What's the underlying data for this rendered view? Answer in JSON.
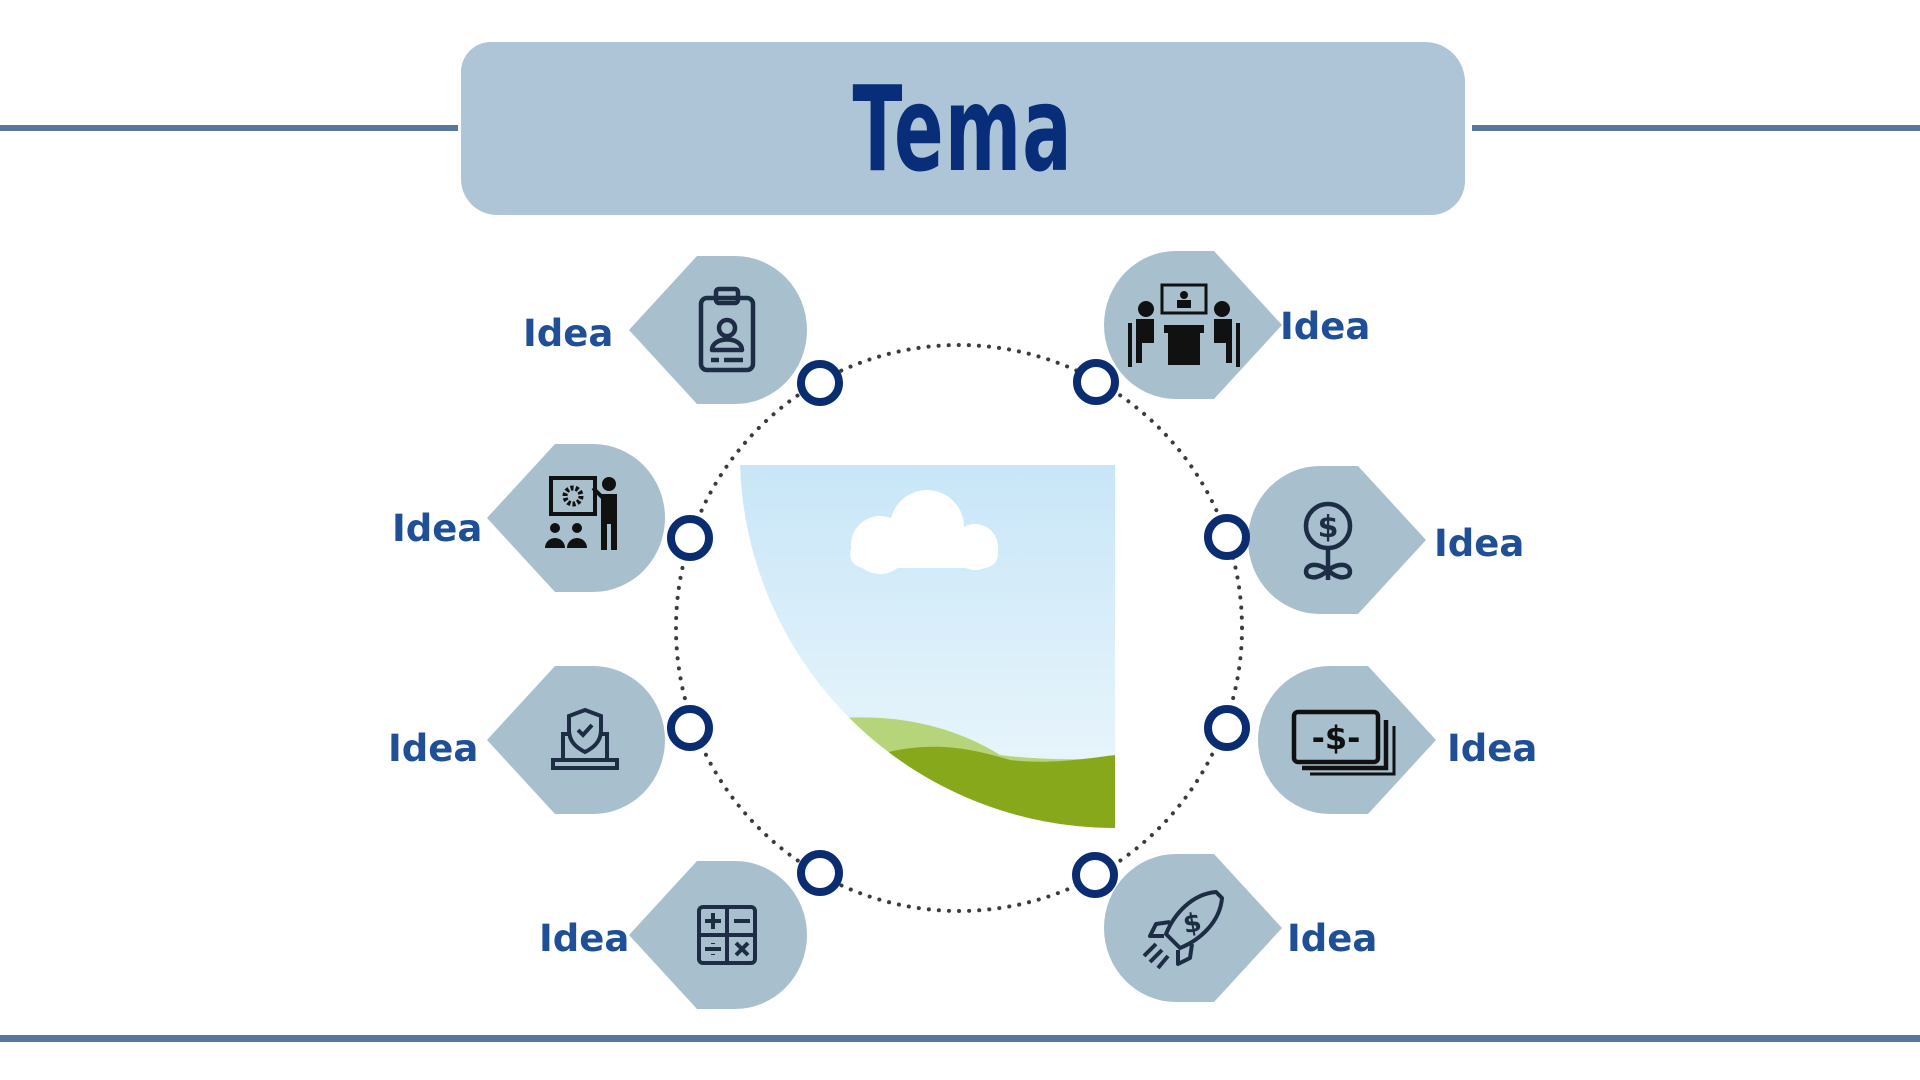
{
  "title": "Tema",
  "colors": {
    "accent_line": "#57779f",
    "banner": "#aec4d7",
    "title_text": "#082e7a",
    "node_shape": "#a8bfcd",
    "connector_ring": "#0a2d72",
    "label_text": "#1f4f96"
  },
  "center_image": {
    "icon": "landscape-placeholder-image"
  },
  "nodes": [
    {
      "label": "Idea",
      "icon": "id-badge-icon"
    },
    {
      "label": "Idea",
      "icon": "video-meeting-icon"
    },
    {
      "label": "Idea",
      "icon": "presentation-icon"
    },
    {
      "label": "Idea",
      "icon": "money-plant-icon"
    },
    {
      "label": "Idea",
      "icon": "secure-laptop-icon"
    },
    {
      "label": "Idea",
      "icon": "cash-stack-icon"
    },
    {
      "label": "Idea",
      "icon": "calculator-icon"
    },
    {
      "label": "Idea",
      "icon": "rocket-dollar-icon"
    }
  ]
}
